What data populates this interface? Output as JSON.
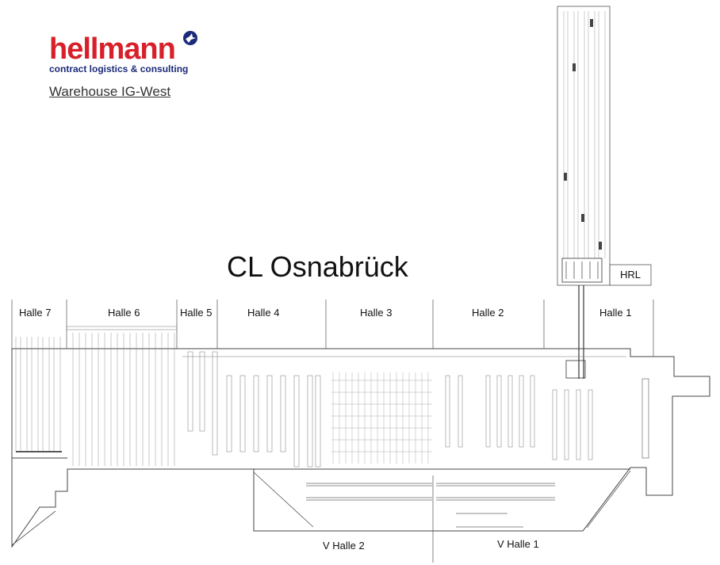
{
  "logo": {
    "brand": "hellmann",
    "tagline": "contract logistics & consulting"
  },
  "warehouse_title": "Warehouse IG-West",
  "site_title": "CL Osnabrück",
  "hrl_label": "HRL",
  "halls": [
    {
      "id": "halle-7",
      "label": "Halle 7"
    },
    {
      "id": "halle-6",
      "label": "Halle 6"
    },
    {
      "id": "halle-5",
      "label": "Halle 5"
    },
    {
      "id": "halle-4",
      "label": "Halle 4"
    },
    {
      "id": "halle-3",
      "label": "Halle 3"
    },
    {
      "id": "halle-2",
      "label": "Halle 2"
    },
    {
      "id": "halle-1",
      "label": "Halle 1"
    }
  ],
  "v_halls": [
    {
      "id": "v-halle-2",
      "label": "V Halle 2"
    },
    {
      "id": "v-halle-1",
      "label": "V Halle 1"
    }
  ],
  "colors": {
    "brand_red": "#d8202a",
    "brand_blue": "#1c2a7a",
    "line": "#555555"
  }
}
